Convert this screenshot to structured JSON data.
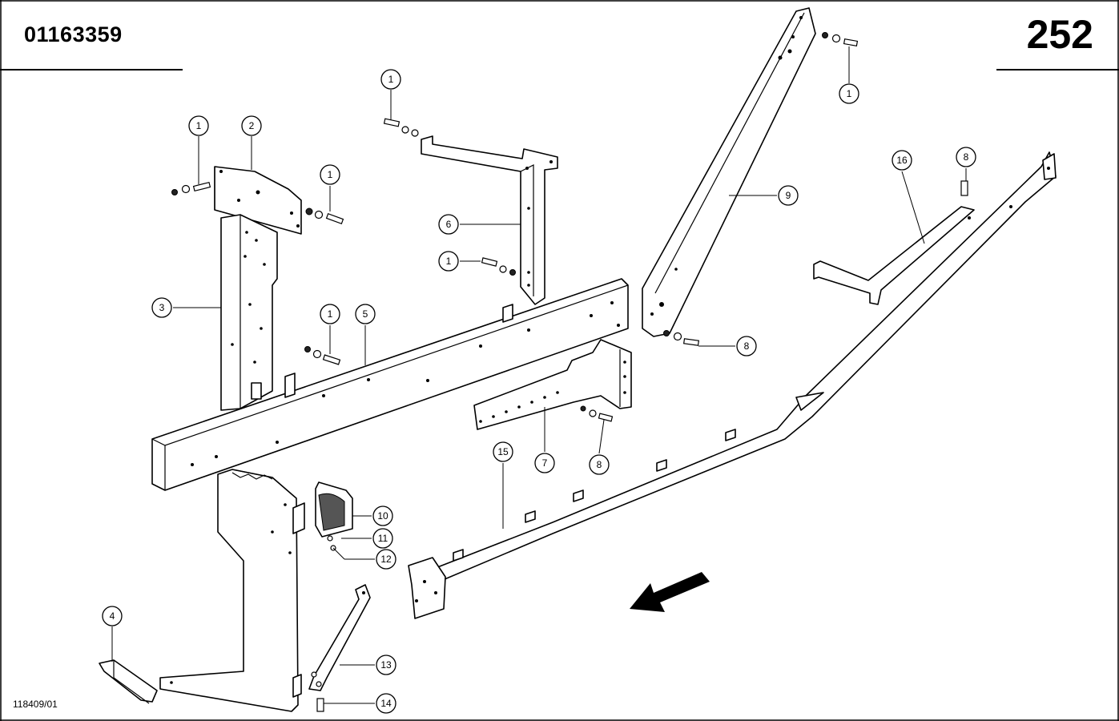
{
  "header": {
    "part_number": "01163359",
    "page_number": "252"
  },
  "footer": {
    "reference_code": "118409/01"
  },
  "callouts": [
    {
      "id": "c-1a",
      "label": "1"
    },
    {
      "id": "c-2",
      "label": "2"
    },
    {
      "id": "c-1b",
      "label": "1"
    },
    {
      "id": "c-1c",
      "label": "1"
    },
    {
      "id": "c-6",
      "label": "6"
    },
    {
      "id": "c-1d",
      "label": "1"
    },
    {
      "id": "c-3",
      "label": "3"
    },
    {
      "id": "c-1e",
      "label": "1"
    },
    {
      "id": "c-5",
      "label": "5"
    },
    {
      "id": "c-1f",
      "label": "1"
    },
    {
      "id": "c-9",
      "label": "9"
    },
    {
      "id": "c-16",
      "label": "16"
    },
    {
      "id": "c-8a",
      "label": "8"
    },
    {
      "id": "c-8b",
      "label": "8"
    },
    {
      "id": "c-15",
      "label": "15"
    },
    {
      "id": "c-7",
      "label": "7"
    },
    {
      "id": "c-8c",
      "label": "8"
    },
    {
      "id": "c-10",
      "label": "10"
    },
    {
      "id": "c-11",
      "label": "11"
    },
    {
      "id": "c-12",
      "label": "12"
    },
    {
      "id": "c-4",
      "label": "4"
    },
    {
      "id": "c-13",
      "label": "13"
    },
    {
      "id": "c-14",
      "label": "14"
    }
  ],
  "direction_arrow": {
    "meaning": "direction-of-travel",
    "icon": "arrow-down-left-icon"
  }
}
